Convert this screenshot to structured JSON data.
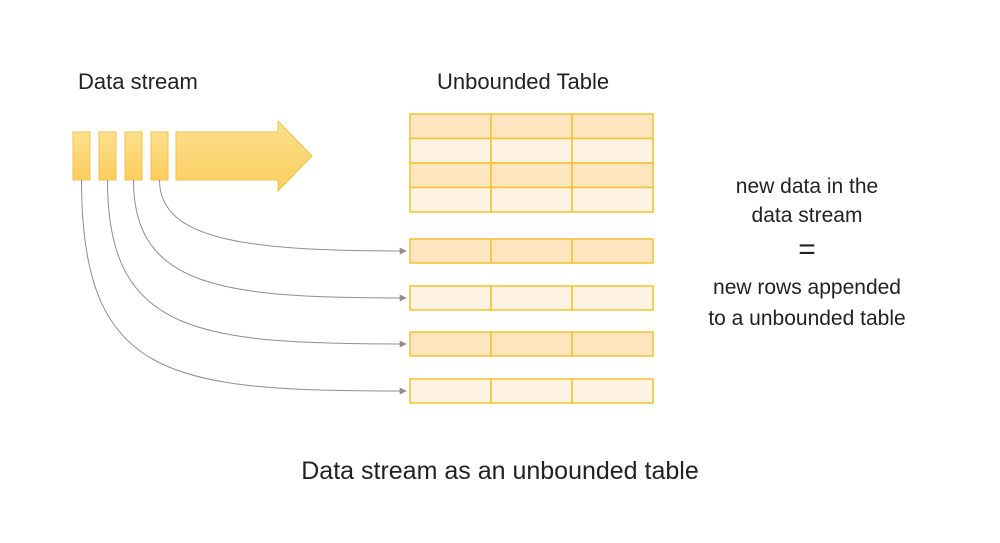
{
  "labels": {
    "data_stream": "Data stream",
    "unbounded_table": "Unbounded Table",
    "caption": "Data stream as an unbounded table"
  },
  "equation": {
    "line1": "new data in the",
    "line2": "data stream",
    "equals": "=",
    "line3": "new rows appended",
    "line4": "to a unbounded table"
  },
  "structure": {
    "stream_block_count": 4,
    "table_rows": 4,
    "table_columns": 3,
    "appended_row_count": 4
  },
  "colors": {
    "block_fill": "#fbd878",
    "block_stroke": "#f0c34e",
    "arrow_fill": "#fcd671",
    "cell_dark": "#fde5c0",
    "cell_light": "#fef2e2",
    "cell_stroke": "#f2c230",
    "connector": "#8f8f8f",
    "text": "#222222"
  }
}
